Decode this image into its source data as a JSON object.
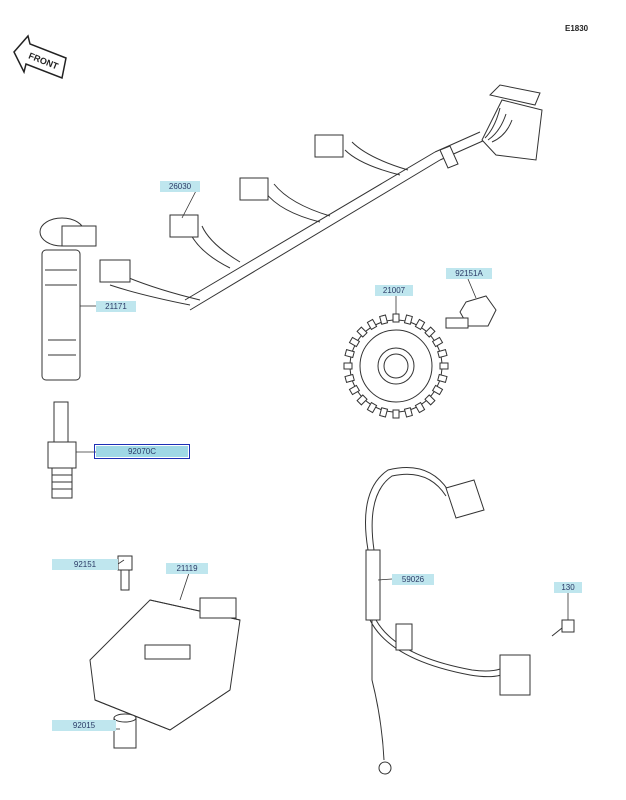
{
  "diagram_code": "E1830",
  "front_label": "FRONT",
  "parts": [
    {
      "id": "26030",
      "label": "26030"
    },
    {
      "id": "21171",
      "label": "21171"
    },
    {
      "id": "92070C",
      "label": "92070C"
    },
    {
      "id": "21007",
      "label": "21007"
    },
    {
      "id": "92151A",
      "label": "92151A"
    },
    {
      "id": "92151",
      "label": "92151"
    },
    {
      "id": "21119",
      "label": "21119"
    },
    {
      "id": "59026",
      "label": "59026"
    },
    {
      "id": "130",
      "label": "130"
    },
    {
      "id": "92015",
      "label": "92015"
    }
  ],
  "selected_part": "92070C",
  "colors": {
    "tag_fill": "#bfe6ee",
    "tag_text": "#2a3a66",
    "selection": "#1d2fb5",
    "ink": "#333333"
  }
}
